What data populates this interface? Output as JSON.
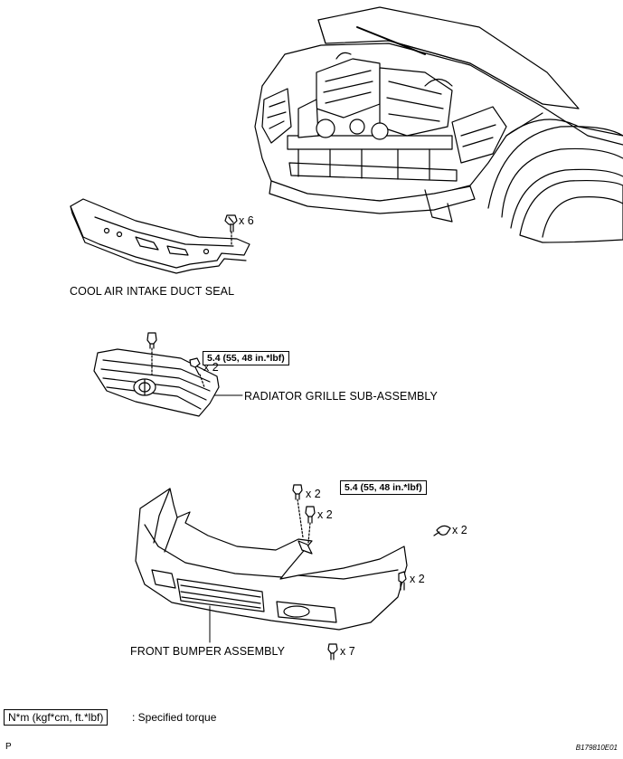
{
  "parts": {
    "duct_seal": {
      "label": "COOL AIR INTAKE DUCT SEAL",
      "qty": "x 6"
    },
    "grille": {
      "label": "RADIATOR GRILLE SUB-ASSEMBLY",
      "qty": "x 2",
      "torque": "5.4 (55, 48 in.*lbf)"
    },
    "bumper": {
      "label": "FRONT BUMPER ASSEMBLY",
      "qty_top": "x 2",
      "qty_second": "x 2",
      "qty_side_right": "x 2",
      "qty_clip": "x 2",
      "qty_bottom": "x 7",
      "torque": "5.4 (55, 48 in.*lbf)"
    }
  },
  "legend": {
    "units": "N*m (kgf*cm, ft.*lbf)",
    "text": ": Specified torque"
  },
  "corner": {
    "left": "P",
    "right": "B179810E01"
  }
}
